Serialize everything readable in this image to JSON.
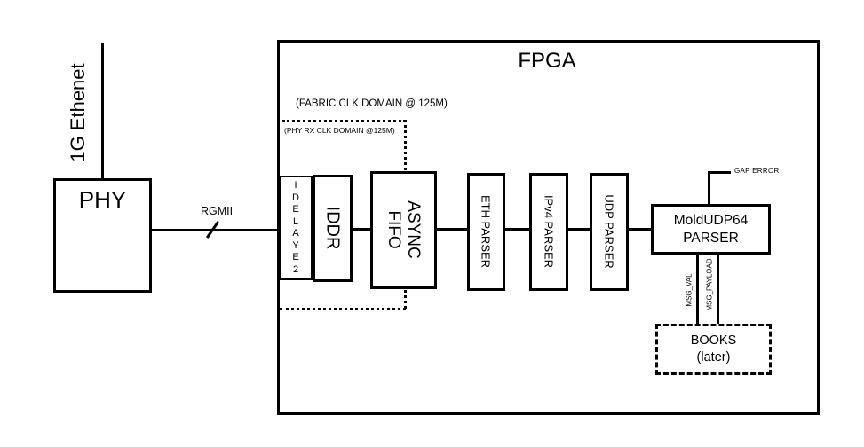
{
  "colors": {
    "ink": "#000000",
    "paper": "#ffffff"
  },
  "external": {
    "ethernet_label": "1G Ethenet",
    "phy_label": "PHY",
    "rgmii_label": "RGMII"
  },
  "fpga": {
    "title": "FPGA",
    "clock_domains": {
      "fabric": "(FABRIC CLK DOMAIN @ 125M)",
      "phy_rx": "(PHY RX CLK DOMAIN @125M)"
    },
    "blocks": {
      "idelaye2": "IDELAYE2",
      "iddr": "IDDR",
      "async_fifo": {
        "line1": "ASYNC",
        "line2": "FIFO"
      },
      "eth_parser": "ETH PARSER",
      "ipv4_parser": "IPv4 PARSER",
      "udp_parser": "UDP PARSER",
      "moldudp64": {
        "line1": "MoldUDP64",
        "line2": "PARSER"
      },
      "books": {
        "line1": "BOOKS",
        "line2": "(later)"
      }
    },
    "signals": {
      "gap_error": "GAP ERROR",
      "msg_val": "MSG_VAL",
      "msg_payload": "MSG_PAYLOAD"
    }
  }
}
